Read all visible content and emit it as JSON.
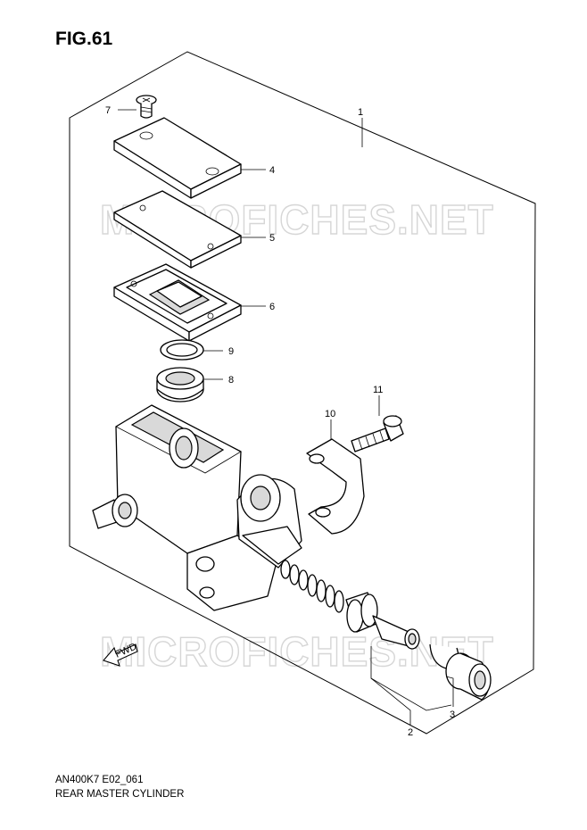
{
  "figure": {
    "title": "FIG.61",
    "model_code": "AN400K7 E02_061",
    "group_name": "REAR MASTER CYLINDER"
  },
  "watermark": {
    "text": "MICROFICHES.NET",
    "color": "#d6d6d6"
  },
  "fwd_label": "FWD",
  "callouts": [
    {
      "id": "1",
      "label": "1"
    },
    {
      "id": "2",
      "label": "2"
    },
    {
      "id": "3",
      "label": "3"
    },
    {
      "id": "4",
      "label": "4"
    },
    {
      "id": "5",
      "label": "5"
    },
    {
      "id": "6",
      "label": "6"
    },
    {
      "id": "7",
      "label": "7"
    },
    {
      "id": "8",
      "label": "8"
    },
    {
      "id": "9",
      "label": "9"
    },
    {
      "id": "10",
      "label": "10"
    },
    {
      "id": "11",
      "label": "11"
    }
  ]
}
